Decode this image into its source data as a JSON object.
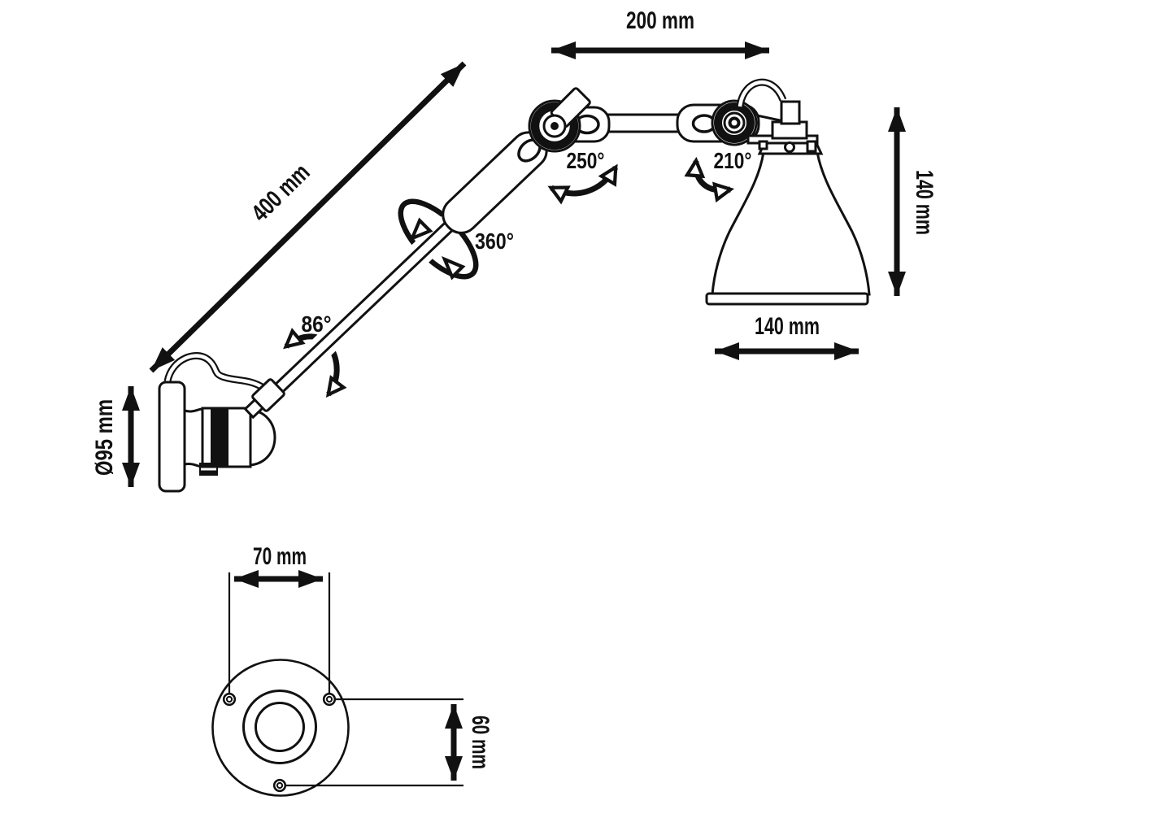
{
  "diagram": {
    "subject": "articulated wall lamp technical dimension drawing",
    "colors": {
      "line": "#111111",
      "background": "#ffffff"
    },
    "dimensions": {
      "upper_arm_length": "200 mm",
      "lower_arm_length": "400 mm",
      "shade_height": "140 mm",
      "shade_diameter": "140 mm",
      "wall_base_diameter": "Ø95 mm",
      "backplate_hole_width": "70 mm",
      "backplate_hole_height": "60 mm"
    },
    "angles": {
      "elbow_rotation": "250°",
      "shade_rotation": "210°",
      "arm_axial_rotation": "360°",
      "base_pivot": "86°"
    }
  }
}
